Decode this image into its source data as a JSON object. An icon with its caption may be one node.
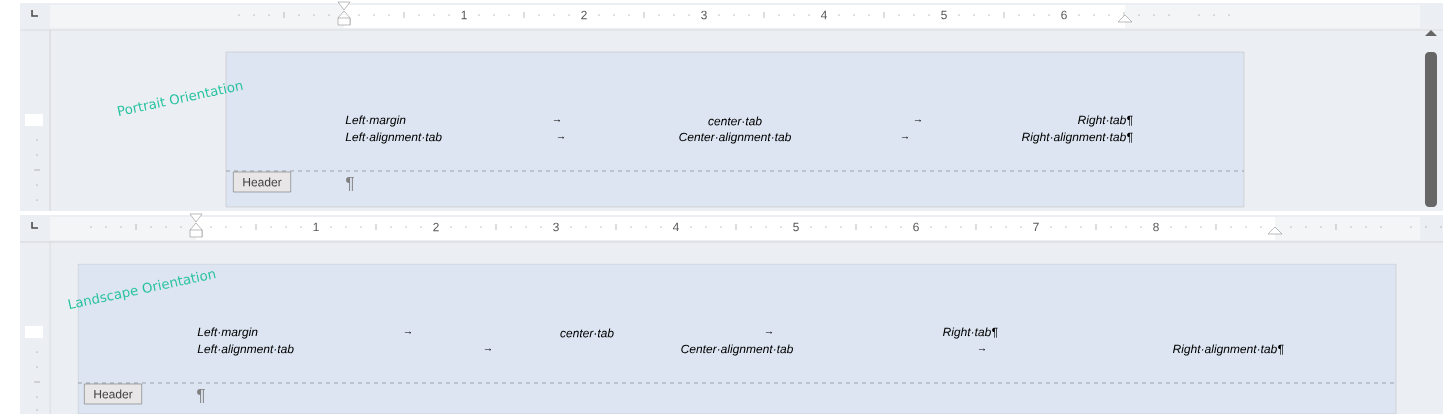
{
  "diagram": {
    "labels": [
      "1",
      "2",
      "3",
      "4",
      "5",
      "6",
      "Portrait Orientation",
      "Left·margin",
      "→",
      "center·tab",
      "→",
      "Right·tab¶",
      "Left·alignment·tab",
      "→",
      "Center·alignment·tab",
      "→",
      "Right·alignment·tab¶",
      "Header",
      "¶",
      "1",
      "2",
      "3",
      "4",
      "5",
      "6",
      "7",
      "8",
      "Landscape Orientation",
      "Left·margin",
      "→",
      "center·tab",
      "→",
      "Right·tab¶",
      "Left·alignment·tab",
      "→",
      "Center·alignment·tab",
      "→",
      "Right·alignment·tab¶",
      "Header",
      "¶"
    ]
  }
}
